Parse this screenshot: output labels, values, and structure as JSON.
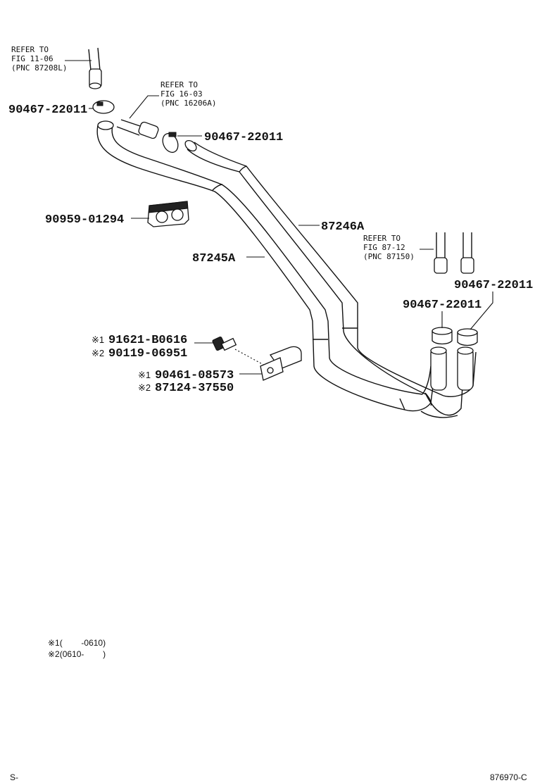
{
  "references": {
    "fig_11_06": [
      "REFER TO",
      "FIG 11-06",
      "(PNC 87208L)"
    ],
    "fig_16_03": [
      "REFER TO",
      "FIG 16-03",
      "(PNC 16206A)"
    ],
    "fig_87_12": [
      "REFER TO",
      "FIG 87-12",
      "(PNC 87150)"
    ]
  },
  "parts": {
    "clamp_top_left": "90467-22011",
    "clamp_top_mid": "90467-22011",
    "clamp_right_outer": "90467-22011",
    "clamp_right_inner": "90467-22011",
    "hose_upper": "87246A",
    "hose_lower": "87245A",
    "holder": "90959-01294",
    "bolt_1": "91621-B0616",
    "bolt_2": "90119-06951",
    "bracket_1": "90461-08573",
    "bracket_2": "87124-37550"
  },
  "marks": {
    "m1": "※1",
    "m2": "※2"
  },
  "notes": {
    "note_1": "※1(        -0610)",
    "note_2": "※2(0610-        )"
  },
  "footer": {
    "left": "S-",
    "code": "876970-C"
  }
}
